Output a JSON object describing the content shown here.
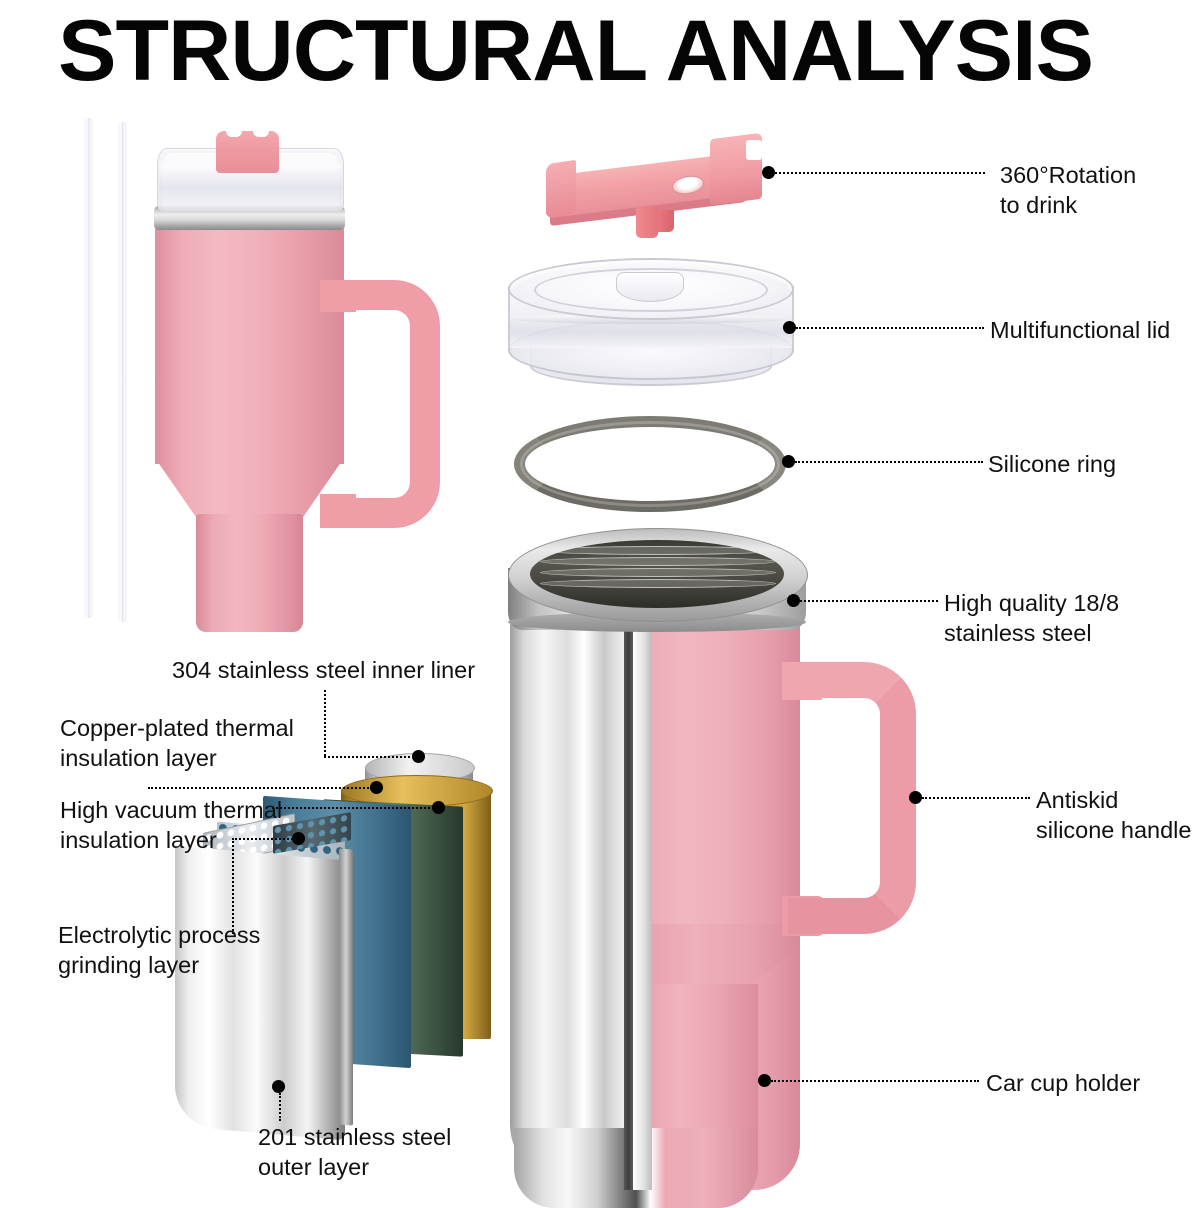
{
  "header": {
    "title": "STRUCTURAL ANALYSIS"
  },
  "product": {
    "name": "insulated-tumbler-with-handle",
    "color_name": "pink",
    "colors": {
      "pink_body": "#eeafba",
      "pink_handle": "#f0a6ae",
      "pink_tab": "#ef9ba3",
      "steel": "#d8d8d8",
      "silicone_ring": "#7e7b74",
      "copper_layer": "#c79a33",
      "vacuum_layer": "#4a7d9a",
      "green_layer": "#45604b",
      "mesh_layer": "#d7dde2",
      "outer_steel": "#e2e2e2",
      "leader_line": "#000000"
    }
  },
  "parts": {
    "straws": {
      "name": "replacement-straws",
      "count": 2
    },
    "assembled_tumbler": {
      "name": "assembled-tumbler"
    },
    "rotation_piece": {
      "name": "rotating-lid-slider"
    },
    "clear_lid": {
      "name": "multifunctional-lid"
    },
    "silicone_ring": {
      "name": "silicone-gasket-ring"
    },
    "cutaway_cup": {
      "name": "cutaway-tumbler-body"
    },
    "layer_stack": {
      "name": "exploded-wall-layers"
    }
  },
  "callouts": {
    "right": [
      {
        "id": "rotation",
        "text": "360°Rotation\nto drink",
        "anchor": "rotating-lid-slider"
      },
      {
        "id": "lid",
        "text": "Multifunctional lid",
        "anchor": "multifunctional-lid"
      },
      {
        "id": "ring",
        "text": "Silicone ring",
        "anchor": "silicone-gasket-ring"
      },
      {
        "id": "steel",
        "text": "High quality 18/8\nstainless steel",
        "anchor": "cup-rim"
      },
      {
        "id": "handle",
        "text": "Antiskid\nsilicone handle",
        "anchor": "cup-handle"
      },
      {
        "id": "carholder",
        "text": "Car cup holder",
        "anchor": "cup-tapered-base"
      }
    ],
    "left": [
      {
        "id": "inner-liner",
        "text": "304 stainless steel inner liner",
        "anchor": "liner-layer"
      },
      {
        "id": "copper",
        "text": "Copper-plated thermal\ninsulation layer",
        "anchor": "copper-layer"
      },
      {
        "id": "vacuum",
        "text": "High vacuum thermal\ninsulation layer",
        "anchor": "vacuum-layer"
      },
      {
        "id": "electrolytic",
        "text": "Electrolytic process\ngrinding layer",
        "anchor": "mesh-layer"
      }
    ],
    "bottom": [
      {
        "id": "outer",
        "text": "201 stainless steel\nouter layer",
        "anchor": "outer-steel-layer"
      }
    ]
  }
}
